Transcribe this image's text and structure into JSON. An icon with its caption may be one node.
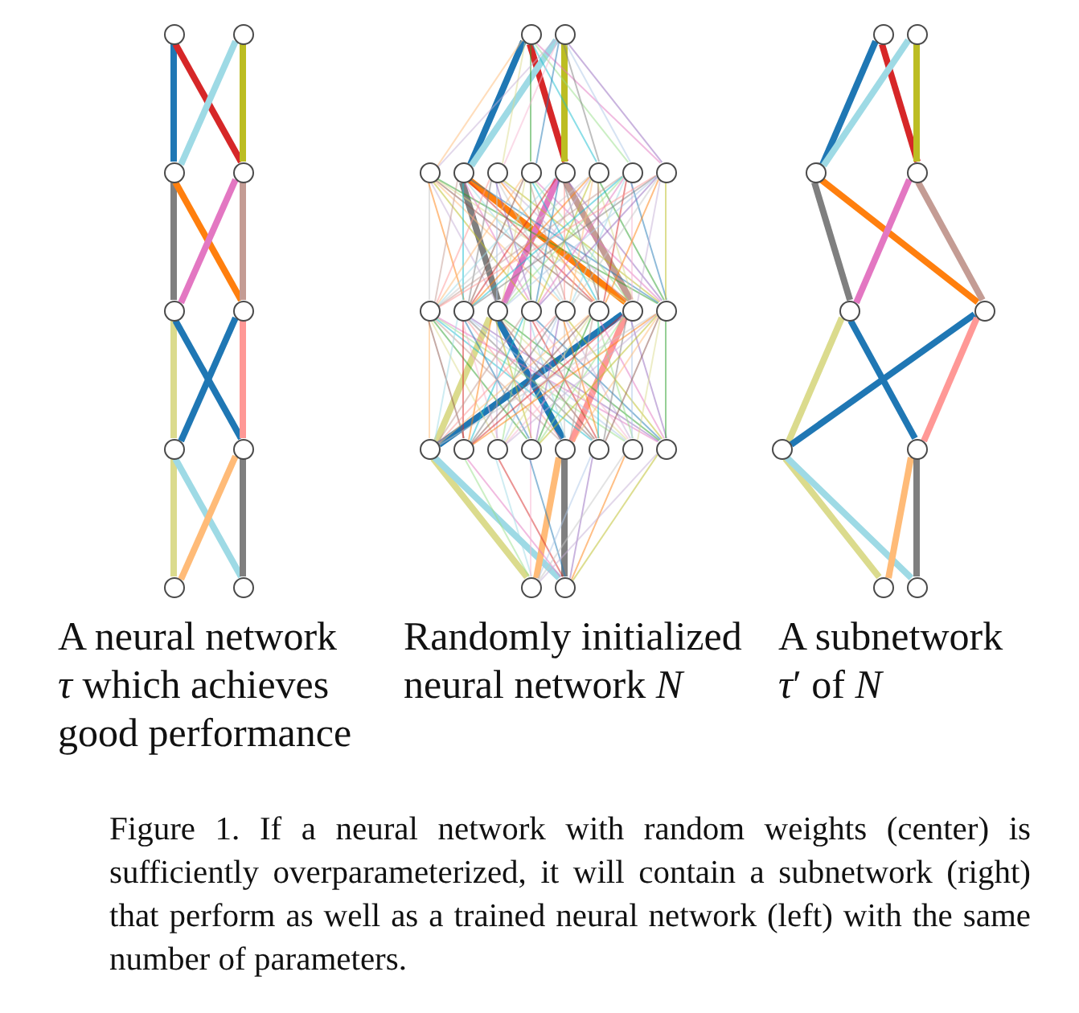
{
  "diagram": {
    "caption": "Figure 1. If a neural network with random weights (center) is sufficiently overparameterized, it will contain a subnetwork (right) that perform as well as a trained neural network (left) with the same number of parameters.",
    "labels": [
      "A neural network *τ* which achieves good performance",
      "Randomly initialized neural network *N*",
      "A subnetwork *τ*′ of *N*"
    ],
    "nodes": [
      {
        "text": [],
        "shape": "circle"
      },
      {
        "text": [],
        "shape": "circle"
      },
      {
        "text": [],
        "shape": "circle"
      },
      {
        "text": [],
        "shape": "circle"
      },
      {
        "text": [],
        "shape": "circle"
      },
      {
        "text": [],
        "shape": "circle"
      },
      {
        "text": [],
        "shape": "circle"
      },
      {
        "text": [],
        "shape": "circle"
      },
      {
        "text": [],
        "shape": "circle"
      },
      {
        "text": [],
        "shape": "circle"
      },
      {
        "text": [],
        "shape": "circle"
      },
      {
        "text": [],
        "shape": "circle"
      },
      {
        "text": [],
        "shape": "circle"
      },
      {
        "text": [],
        "shape": "circle"
      },
      {
        "text": [],
        "shape": "circle"
      },
      {
        "text": [],
        "shape": "circle"
      },
      {
        "text": [],
        "shape": "circle"
      },
      {
        "text": [],
        "shape": "circle"
      },
      {
        "text": [],
        "shape": "circle"
      },
      {
        "text": [],
        "shape": "circle"
      },
      {
        "text": [],
        "shape": "circle"
      },
      {
        "text": [],
        "shape": "circle"
      },
      {
        "text": [],
        "shape": "circle"
      },
      {
        "text": [],
        "shape": "circle"
      },
      {
        "text": [],
        "shape": "circle"
      },
      {
        "text": [],
        "shape": "circle"
      },
      {
        "text": [],
        "shape": "circle"
      },
      {
        "text": [],
        "shape": "circle"
      },
      {
        "text": [],
        "shape": "circle"
      },
      {
        "text": [],
        "shape": "circle"
      },
      {
        "text": [],
        "shape": "circle"
      },
      {
        "text": [],
        "shape": "circle"
      },
      {
        "text": [],
        "shape": "circle"
      },
      {
        "text": [],
        "shape": "circle"
      },
      {
        "text": [],
        "shape": "circle"
      },
      {
        "text": [],
        "shape": "circle"
      },
      {
        "text": [],
        "shape": "circle"
      },
      {
        "text": [],
        "shape": "circle"
      },
      {
        "text": [],
        "shape": "circle"
      },
      {
        "text": [],
        "shape": "circle"
      },
      {
        "text": [],
        "shape": "circle"
      },
      {
        "text": [],
        "shape": "circle"
      },
      {
        "text": [],
        "shape": "circle"
      },
      {
        "text": [],
        "shape": "circle"
      },
      {
        "text": [],
        "shape": "circle"
      },
      {
        "text": [],
        "shape": "circle"
      },
      {
        "text": [],
        "shape": "circle"
      },
      {
        "text": [],
        "shape": "circle"
      }
    ],
    "edges": [
      {
        "from": 0,
        "to": 2,
        "arrow": "none",
        "style": "thick",
        "color": "#1f77b4"
      },
      {
        "from": 0,
        "to": 3,
        "arrow": "none",
        "style": "thick",
        "color": "#d62728"
      },
      {
        "from": 1,
        "to": 2,
        "arrow": "none",
        "style": "thick",
        "color": "#9edae5"
      },
      {
        "from": 1,
        "to": 3,
        "arrow": "none",
        "style": "thick",
        "color": "#bcbd22"
      },
      {
        "from": 2,
        "to": 4,
        "arrow": "none",
        "style": "thick",
        "color": "#7f7f7f"
      },
      {
        "from": 2,
        "to": 5,
        "arrow": "none",
        "style": "thick",
        "color": "#ff7f0e"
      },
      {
        "from": 3,
        "to": 4,
        "arrow": "none",
        "style": "thick",
        "color": "#e377c2"
      },
      {
        "from": 3,
        "to": 5,
        "arrow": "none",
        "style": "thick",
        "color": "#c49c94"
      },
      {
        "from": 4,
        "to": 6,
        "arrow": "none",
        "style": "thick",
        "color": "#dbdb8d"
      },
      {
        "from": 4,
        "to": 7,
        "arrow": "none",
        "style": "thick",
        "color": "#1f77b4"
      },
      {
        "from": 5,
        "to": 6,
        "arrow": "none",
        "style": "thick",
        "color": "#1f77b4"
      },
      {
        "from": 5,
        "to": 7,
        "arrow": "none",
        "style": "thick",
        "color": "#ff9896"
      },
      {
        "from": 6,
        "to": 8,
        "arrow": "none",
        "style": "thick",
        "color": "#dbdb8d"
      },
      {
        "from": 6,
        "to": 9,
        "arrow": "none",
        "style": "thick",
        "color": "#9edae5"
      },
      {
        "from": 7,
        "to": 8,
        "arrow": "none",
        "style": "thick",
        "color": "#ffbb78"
      },
      {
        "from": 7,
        "to": 9,
        "arrow": "none",
        "style": "thick",
        "color": "#7f7f7f"
      },
      {
        "from": 10,
        "to": 12,
        "arrow": "none",
        "color": "#ffbb78"
      },
      {
        "from": 10,
        "to": 13,
        "arrow": "none",
        "style": "thick",
        "color": "#1f77b4"
      },
      {
        "from": 10,
        "to": 14,
        "arrow": "none",
        "color": "#dbdb8d"
      },
      {
        "from": 10,
        "to": 15,
        "arrow": "none",
        "color": "#2ca02c"
      },
      {
        "from": 10,
        "to": 16,
        "arrow": "none",
        "style": "thick",
        "color": "#d62728"
      },
      {
        "from": 10,
        "to": 17,
        "arrow": "none",
        "color": "#17becf"
      },
      {
        "from": 10,
        "to": 18,
        "arrow": "none",
        "color": "#98df8a"
      },
      {
        "from": 10,
        "to": 19,
        "arrow": "none",
        "color": "#e377c2"
      },
      {
        "from": 11,
        "to": 12,
        "arrow": "none",
        "color": "#c5b0d5"
      },
      {
        "from": 11,
        "to": 13,
        "arrow": "none",
        "style": "thick",
        "color": "#9edae5"
      },
      {
        "from": 11,
        "to": 14,
        "arrow": "none",
        "color": "#f7b6d2"
      },
      {
        "from": 11,
        "to": 15,
        "arrow": "none",
        "color": "#1f77b4"
      },
      {
        "from": 11,
        "to": 16,
        "arrow": "none",
        "style": "thick",
        "color": "#bcbd22"
      },
      {
        "from": 11,
        "to": 17,
        "arrow": "none",
        "color": "#7f7f7f"
      },
      {
        "from": 11,
        "to": 18,
        "arrow": "none",
        "color": "#aec7e8"
      },
      {
        "from": 11,
        "to": 19,
        "arrow": "none",
        "color": "#9467bd"
      },
      {
        "from": 12,
        "to": 20,
        "arrow": "none",
        "color": "#c7c7c7"
      },
      {
        "from": 12,
        "to": 21,
        "arrow": "none",
        "color": "#ff7f0e"
      },
      {
        "from": 12,
        "to": 22,
        "arrow": "none",
        "color": "#c5b0d5"
      },
      {
        "from": 12,
        "to": 23,
        "arrow": "none",
        "color": "#bcbd22"
      },
      {
        "from": 12,
        "to": 24,
        "arrow": "none",
        "color": "#ffbb78"
      },
      {
        "from": 12,
        "to": 25,
        "arrow": "none",
        "color": "#8c564b"
      },
      {
        "from": 12,
        "to": 26,
        "arrow": "none",
        "color": "#dbdb8d"
      },
      {
        "from": 12,
        "to": 27,
        "arrow": "none",
        "color": "#2ca02c"
      },
      {
        "from": 13,
        "to": 20,
        "arrow": "none",
        "color": "#c49c94"
      },
      {
        "from": 13,
        "to": 21,
        "arrow": "none",
        "color": "#17becf"
      },
      {
        "from": 13,
        "to": 22,
        "arrow": "none",
        "style": "thick",
        "color": "#7f7f7f"
      },
      {
        "from": 13,
        "to": 23,
        "arrow": "none",
        "color": "#e377c2"
      },
      {
        "from": 13,
        "to": 24,
        "arrow": "none",
        "color": "#9edae5"
      },
      {
        "from": 13,
        "to": 25,
        "arrow": "none",
        "color": "#d62728"
      },
      {
        "from": 13,
        "to": 26,
        "arrow": "none",
        "style": "thick",
        "color": "#ff7f0e"
      },
      {
        "from": 13,
        "to": 27,
        "arrow": "none",
        "color": "#1f77b4"
      },
      {
        "from": 14,
        "to": 20,
        "arrow": "none",
        "color": "#ff9896"
      },
      {
        "from": 14,
        "to": 21,
        "arrow": "none",
        "color": "#7f7f7f"
      },
      {
        "from": 14,
        "to": 22,
        "arrow": "none",
        "color": "#aec7e8"
      },
      {
        "from": 14,
        "to": 23,
        "arrow": "none",
        "color": "#9467bd"
      },
      {
        "from": 14,
        "to": 24,
        "arrow": "none",
        "color": "#c7c7c7"
      },
      {
        "from": 14,
        "to": 25,
        "arrow": "none",
        "color": "#ff7f0e"
      },
      {
        "from": 14,
        "to": 26,
        "arrow": "none",
        "color": "#c5b0d5"
      },
      {
        "from": 14,
        "to": 27,
        "arrow": "none",
        "color": "#bcbd22"
      },
      {
        "from": 15,
        "to": 20,
        "arrow": "none",
        "color": "#ffbb78"
      },
      {
        "from": 15,
        "to": 21,
        "arrow": "none",
        "color": "#8c564b"
      },
      {
        "from": 15,
        "to": 22,
        "arrow": "none",
        "color": "#dbdb8d"
      },
      {
        "from": 15,
        "to": 23,
        "arrow": "none",
        "color": "#2ca02c"
      },
      {
        "from": 15,
        "to": 24,
        "arrow": "none",
        "color": "#c49c94"
      },
      {
        "from": 15,
        "to": 25,
        "arrow": "none",
        "color": "#17becf"
      },
      {
        "from": 15,
        "to": 26,
        "arrow": "none",
        "color": "#98df8a"
      },
      {
        "from": 15,
        "to": 27,
        "arrow": "none",
        "color": "#e377c2"
      },
      {
        "from": 16,
        "to": 20,
        "arrow": "none",
        "color": "#9edae5"
      },
      {
        "from": 16,
        "to": 21,
        "arrow": "none",
        "color": "#d62728"
      },
      {
        "from": 16,
        "to": 22,
        "arrow": "none",
        "style": "thick",
        "color": "#e377c2"
      },
      {
        "from": 16,
        "to": 23,
        "arrow": "none",
        "color": "#1f77b4"
      },
      {
        "from": 16,
        "to": 24,
        "arrow": "none",
        "color": "#ff9896"
      },
      {
        "from": 16,
        "to": 25,
        "arrow": "none",
        "color": "#7f7f7f"
      },
      {
        "from": 16,
        "to": 26,
        "arrow": "none",
        "style": "thick",
        "color": "#c49c94"
      },
      {
        "from": 16,
        "to": 27,
        "arrow": "none",
        "color": "#9467bd"
      },
      {
        "from": 17,
        "to": 20,
        "arrow": "none",
        "color": "#c7c7c7"
      },
      {
        "from": 17,
        "to": 21,
        "arrow": "none",
        "color": "#ff7f0e"
      },
      {
        "from": 17,
        "to": 22,
        "arrow": "none",
        "color": "#c5b0d5"
      },
      {
        "from": 17,
        "to": 23,
        "arrow": "none",
        "color": "#bcbd22"
      },
      {
        "from": 17,
        "to": 24,
        "arrow": "none",
        "color": "#ffbb78"
      },
      {
        "from": 17,
        "to": 25,
        "arrow": "none",
        "color": "#8c564b"
      },
      {
        "from": 17,
        "to": 26,
        "arrow": "none",
        "color": "#dbdb8d"
      },
      {
        "from": 17,
        "to": 27,
        "arrow": "none",
        "color": "#2ca02c"
      },
      {
        "from": 18,
        "to": 20,
        "arrow": "none",
        "color": "#c49c94"
      },
      {
        "from": 18,
        "to": 21,
        "arrow": "none",
        "color": "#17becf"
      },
      {
        "from": 18,
        "to": 22,
        "arrow": "none",
        "color": "#98df8a"
      },
      {
        "from": 18,
        "to": 23,
        "arrow": "none",
        "color": "#e377c2"
      },
      {
        "from": 18,
        "to": 24,
        "arrow": "none",
        "color": "#9edae5"
      },
      {
        "from": 18,
        "to": 25,
        "arrow": "none",
        "color": "#d62728"
      },
      {
        "from": 18,
        "to": 26,
        "arrow": "none",
        "color": "#f7b6d2"
      },
      {
        "from": 18,
        "to": 27,
        "arrow": "none",
        "color": "#1f77b4"
      },
      {
        "from": 19,
        "to": 20,
        "arrow": "none",
        "color": "#ff9896"
      },
      {
        "from": 19,
        "to": 21,
        "arrow": "none",
        "color": "#7f7f7f"
      },
      {
        "from": 19,
        "to": 22,
        "arrow": "none",
        "color": "#aec7e8"
      },
      {
        "from": 19,
        "to": 23,
        "arrow": "none",
        "color": "#9467bd"
      },
      {
        "from": 19,
        "to": 24,
        "arrow": "none",
        "color": "#c7c7c7"
      },
      {
        "from": 19,
        "to": 25,
        "arrow": "none",
        "color": "#ff7f0e"
      },
      {
        "from": 19,
        "to": 26,
        "arrow": "none",
        "color": "#c5b0d5"
      },
      {
        "from": 19,
        "to": 27,
        "arrow": "none",
        "color": "#bcbd22"
      },
      {
        "from": 20,
        "to": 28,
        "arrow": "none",
        "color": "#ffbb78"
      },
      {
        "from": 20,
        "to": 29,
        "arrow": "none",
        "color": "#8c564b"
      },
      {
        "from": 20,
        "to": 30,
        "arrow": "none",
        "color": "#dbdb8d"
      },
      {
        "from": 20,
        "to": 31,
        "arrow": "none",
        "color": "#2ca02c"
      },
      {
        "from": 20,
        "to": 32,
        "arrow": "none",
        "color": "#c49c94"
      },
      {
        "from": 20,
        "to": 33,
        "arrow": "none",
        "color": "#17becf"
      },
      {
        "from": 20,
        "to": 34,
        "arrow": "none",
        "color": "#98df8a"
      },
      {
        "from": 20,
        "to": 35,
        "arrow": "none",
        "color": "#e377c2"
      },
      {
        "from": 21,
        "to": 28,
        "arrow": "none",
        "color": "#9edae5"
      },
      {
        "from": 21,
        "to": 29,
        "arrow": "none",
        "color": "#d62728"
      },
      {
        "from": 21,
        "to": 30,
        "arrow": "none",
        "color": "#f7b6d2"
      },
      {
        "from": 21,
        "to": 31,
        "arrow": "none",
        "color": "#1f77b4"
      },
      {
        "from": 21,
        "to": 32,
        "arrow": "none",
        "color": "#ff9896"
      },
      {
        "from": 21,
        "to": 33,
        "arrow": "none",
        "color": "#7f7f7f"
      },
      {
        "from": 21,
        "to": 34,
        "arrow": "none",
        "color": "#aec7e8"
      },
      {
        "from": 21,
        "to": 35,
        "arrow": "none",
        "color": "#9467bd"
      },
      {
        "from": 22,
        "to": 28,
        "arrow": "none",
        "style": "thick",
        "color": "#dbdb8d"
      },
      {
        "from": 22,
        "to": 29,
        "arrow": "none",
        "color": "#ff7f0e"
      },
      {
        "from": 22,
        "to": 30,
        "arrow": "none",
        "color": "#c5b0d5"
      },
      {
        "from": 22,
        "to": 31,
        "arrow": "none",
        "color": "#bcbd22"
      },
      {
        "from": 22,
        "to": 32,
        "arrow": "none",
        "style": "thick",
        "color": "#1f77b4"
      },
      {
        "from": 22,
        "to": 33,
        "arrow": "none",
        "color": "#8c564b"
      },
      {
        "from": 22,
        "to": 34,
        "arrow": "none",
        "color": "#dbdb8d"
      },
      {
        "from": 22,
        "to": 35,
        "arrow": "none",
        "color": "#2ca02c"
      },
      {
        "from": 23,
        "to": 28,
        "arrow": "none",
        "color": "#c49c94"
      },
      {
        "from": 23,
        "to": 29,
        "arrow": "none",
        "color": "#17becf"
      },
      {
        "from": 23,
        "to": 30,
        "arrow": "none",
        "color": "#98df8a"
      },
      {
        "from": 23,
        "to": 31,
        "arrow": "none",
        "color": "#e377c2"
      },
      {
        "from": 23,
        "to": 32,
        "arrow": "none",
        "color": "#9edae5"
      },
      {
        "from": 23,
        "to": 33,
        "arrow": "none",
        "color": "#d62728"
      },
      {
        "from": 23,
        "to": 34,
        "arrow": "none",
        "color": "#f7b6d2"
      },
      {
        "from": 23,
        "to": 35,
        "arrow": "none",
        "color": "#1f77b4"
      },
      {
        "from": 24,
        "to": 28,
        "arrow": "none",
        "color": "#ff9896"
      },
      {
        "from": 24,
        "to": 29,
        "arrow": "none",
        "color": "#7f7f7f"
      },
      {
        "from": 24,
        "to": 30,
        "arrow": "none",
        "color": "#aec7e8"
      },
      {
        "from": 24,
        "to": 31,
        "arrow": "none",
        "color": "#9467bd"
      },
      {
        "from": 24,
        "to": 32,
        "arrow": "none",
        "color": "#c7c7c7"
      },
      {
        "from": 24,
        "to": 33,
        "arrow": "none",
        "color": "#ff7f0e"
      },
      {
        "from": 24,
        "to": 34,
        "arrow": "none",
        "color": "#c5b0d5"
      },
      {
        "from": 24,
        "to": 35,
        "arrow": "none",
        "color": "#bcbd22"
      },
      {
        "from": 25,
        "to": 28,
        "arrow": "none",
        "color": "#ffbb78"
      },
      {
        "from": 25,
        "to": 29,
        "arrow": "none",
        "color": "#8c564b"
      },
      {
        "from": 25,
        "to": 30,
        "arrow": "none",
        "color": "#dbdb8d"
      },
      {
        "from": 25,
        "to": 31,
        "arrow": "none",
        "color": "#2ca02c"
      },
      {
        "from": 25,
        "to": 32,
        "arrow": "none",
        "color": "#c49c94"
      },
      {
        "from": 25,
        "to": 33,
        "arrow": "none",
        "color": "#17becf"
      },
      {
        "from": 25,
        "to": 34,
        "arrow": "none",
        "color": "#98df8a"
      },
      {
        "from": 25,
        "to": 35,
        "arrow": "none",
        "color": "#e377c2"
      },
      {
        "from": 26,
        "to": 28,
        "arrow": "none",
        "style": "thick",
        "color": "#1f77b4"
      },
      {
        "from": 26,
        "to": 29,
        "arrow": "none",
        "color": "#d62728"
      },
      {
        "from": 26,
        "to": 30,
        "arrow": "none",
        "color": "#f7b6d2"
      },
      {
        "from": 26,
        "to": 31,
        "arrow": "none",
        "color": "#98df8a"
      },
      {
        "from": 26,
        "to": 32,
        "arrow": "none",
        "style": "thick",
        "color": "#ff9896"
      },
      {
        "from": 26,
        "to": 33,
        "arrow": "none",
        "color": "#7f7f7f"
      },
      {
        "from": 26,
        "to": 34,
        "arrow": "none",
        "color": "#aec7e8"
      },
      {
        "from": 26,
        "to": 35,
        "arrow": "none",
        "color": "#9467bd"
      },
      {
        "from": 27,
        "to": 28,
        "arrow": "none",
        "color": "#c7c7c7"
      },
      {
        "from": 27,
        "to": 29,
        "arrow": "none",
        "color": "#ff7f0e"
      },
      {
        "from": 27,
        "to": 30,
        "arrow": "none",
        "color": "#c5b0d5"
      },
      {
        "from": 27,
        "to": 31,
        "arrow": "none",
        "color": "#bcbd22"
      },
      {
        "from": 27,
        "to": 32,
        "arrow": "none",
        "color": "#ffbb78"
      },
      {
        "from": 27,
        "to": 33,
        "arrow": "none",
        "color": "#8c564b"
      },
      {
        "from": 27,
        "to": 34,
        "arrow": "none",
        "color": "#dbdb8d"
      },
      {
        "from": 27,
        "to": 35,
        "arrow": "none",
        "color": "#2ca02c"
      },
      {
        "from": 28,
        "to": 36,
        "arrow": "none",
        "style": "thick",
        "color": "#dbdb8d"
      },
      {
        "from": 28,
        "to": 37,
        "arrow": "none",
        "style": "thick",
        "color": "#9edae5"
      },
      {
        "from": 29,
        "to": 36,
        "arrow": "none",
        "color": "#98df8a"
      },
      {
        "from": 29,
        "to": 37,
        "arrow": "none",
        "color": "#e377c2"
      },
      {
        "from": 30,
        "to": 36,
        "arrow": "none",
        "color": "#9edae5"
      },
      {
        "from": 30,
        "to": 37,
        "arrow": "none",
        "color": "#d62728"
      },
      {
        "from": 31,
        "to": 36,
        "arrow": "none",
        "color": "#f7b6d2"
      },
      {
        "from": 31,
        "to": 37,
        "arrow": "none",
        "color": "#1f77b4"
      },
      {
        "from": 32,
        "to": 36,
        "arrow": "none",
        "style": "thick",
        "color": "#ffbb78"
      },
      {
        "from": 32,
        "to": 37,
        "arrow": "none",
        "style": "thick",
        "color": "#7f7f7f"
      },
      {
        "from": 33,
        "to": 36,
        "arrow": "none",
        "color": "#aec7e8"
      },
      {
        "from": 33,
        "to": 37,
        "arrow": "none",
        "color": "#9467bd"
      },
      {
        "from": 34,
        "to": 36,
        "arrow": "none",
        "color": "#c7c7c7"
      },
      {
        "from": 34,
        "to": 37,
        "arrow": "none",
        "color": "#ff7f0e"
      },
      {
        "from": 35,
        "to": 36,
        "arrow": "none",
        "color": "#c5b0d5"
      },
      {
        "from": 35,
        "to": 37,
        "arrow": "none",
        "color": "#bcbd22"
      },
      {
        "from": 38,
        "to": 40,
        "arrow": "none",
        "style": "thick",
        "color": "#1f77b4"
      },
      {
        "from": 38,
        "to": 41,
        "arrow": "none",
        "style": "thick",
        "color": "#d62728"
      },
      {
        "from": 39,
        "to": 40,
        "arrow": "none",
        "style": "thick",
        "color": "#9edae5"
      },
      {
        "from": 39,
        "to": 41,
        "arrow": "none",
        "style": "thick",
        "color": "#bcbd22"
      },
      {
        "from": 40,
        "to": 42,
        "arrow": "none",
        "style": "thick",
        "color": "#7f7f7f"
      },
      {
        "from": 40,
        "to": 43,
        "arrow": "none",
        "style": "thick",
        "color": "#ff7f0e"
      },
      {
        "from": 41,
        "to": 42,
        "arrow": "none",
        "style": "thick",
        "color": "#e377c2"
      },
      {
        "from": 41,
        "to": 43,
        "arrow": "none",
        "style": "thick",
        "color": "#c49c94"
      },
      {
        "from": 42,
        "to": 44,
        "arrow": "none",
        "style": "thick",
        "color": "#dbdb8d"
      },
      {
        "from": 42,
        "to": 45,
        "arrow": "none",
        "style": "thick",
        "color": "#1f77b4"
      },
      {
        "from": 43,
        "to": 44,
        "arrow": "none",
        "style": "thick",
        "color": "#1f77b4"
      },
      {
        "from": 43,
        "to": 45,
        "arrow": "none",
        "style": "thick",
        "color": "#ff9896"
      },
      {
        "from": 44,
        "to": 46,
        "arrow": "none",
        "style": "thick",
        "color": "#dbdb8d"
      },
      {
        "from": 44,
        "to": 47,
        "arrow": "none",
        "style": "thick",
        "color": "#9edae5"
      },
      {
        "from": 45,
        "to": 46,
        "arrow": "none",
        "style": "thick",
        "color": "#ffbb78"
      },
      {
        "from": 45,
        "to": 47,
        "arrow": "none",
        "style": "thick",
        "color": "#7f7f7f"
      }
    ]
  }
}
